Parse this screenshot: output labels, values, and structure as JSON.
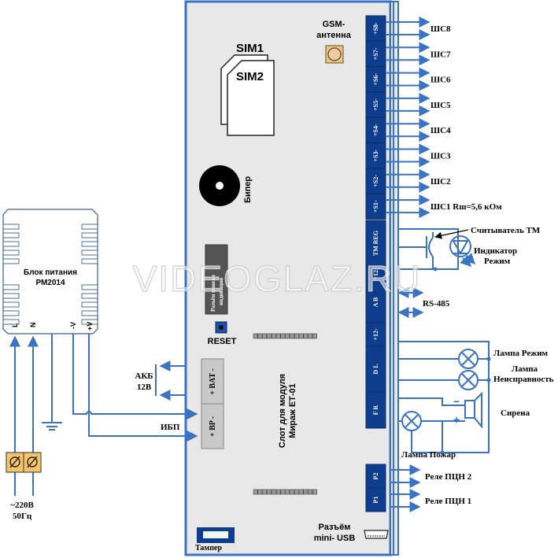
{
  "colors": {
    "wire": "#3a73c4",
    "board_fill": "#e8e8e8",
    "board_border": "#3a73c4",
    "terminal_fill": "#0d3d8c",
    "terminal_text": "#ffffff",
    "gray_block": "#c9c9c9",
    "connector_dark": "#555555",
    "antenna_fill": "#f5c36a",
    "watermark": "#d0d0d0"
  },
  "watermark": "VIDEOGLAZ.RU",
  "board": {
    "gsm_antenna": [
      "GSM-",
      "антенна"
    ],
    "sim1": "SIM1",
    "sim2": "SIM2",
    "beeper": "Бипер",
    "panel_connector": [
      "Разъём панели",
      "индикации"
    ],
    "reset": "RESET",
    "module_slot": [
      "Слот для модуля",
      "Мираж ЕТ-01"
    ],
    "mini_usb": [
      "Разъём",
      "mini- USB"
    ],
    "tamper": "Тампер",
    "bat_block": "+  BAT  -",
    "bp_block": "+  BP  -"
  },
  "terminals_top": [
    {
      "label": "+S8-",
      "output": "ШС8"
    },
    {
      "label": "+S7-",
      "output": "ШС7"
    },
    {
      "label": "+S6-",
      "output": "ШС6"
    },
    {
      "label": "+S5-",
      "output": "ШС5"
    },
    {
      "label": "+S4-",
      "output": "ШС4"
    },
    {
      "label": "+S3-",
      "output": "ШС3"
    },
    {
      "label": "+S2-",
      "output": "ШС2"
    },
    {
      "label": "+S1-",
      "output": "ШС1  Rш=5,6 кОм"
    }
  ],
  "terminals_mid": [
    "TM  REG",
    "+12-",
    "A  B",
    "+12-",
    "D  L",
    "F  R"
  ],
  "terminals_relay": [
    "P2",
    "P1"
  ],
  "right_labels": {
    "reader": "Считыватель ТМ",
    "indicator": [
      "Индикатор",
      "Режим"
    ],
    "rs485": "RS-485",
    "lamp_mode": "Лампа Режим",
    "lamp_fault": [
      "Лампа",
      "Неисправность"
    ],
    "siren": "Сирена",
    "siren_minus": "−",
    "siren_plus": "+",
    "lamp_fire": "Лампа Пожар",
    "relay2": "Реле ПЦН 2",
    "relay1": "Реле ПЦН 1"
  },
  "power_supply": {
    "title": [
      "Блок питания",
      "РМ2014"
    ],
    "pins": [
      "L",
      "N",
      "-V",
      "+V"
    ]
  },
  "left_labels": {
    "battery": [
      "АКБ",
      "12В"
    ],
    "ups": "ИБП",
    "mains": [
      "~220В",
      "50Гц"
    ]
  }
}
